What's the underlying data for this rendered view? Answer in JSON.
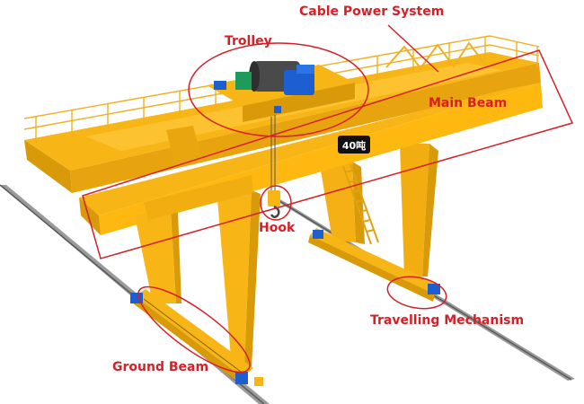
{
  "labels": {
    "cable_power_system": "Cable Power System",
    "trolley": "Trolley",
    "main_beam": "Main Beam",
    "hook": "Hook",
    "travelling_mechanism": "Travelling Mechanism",
    "ground_beam": "Ground Beam",
    "capacity_plate": "40吨"
  },
  "colors": {
    "crane_yellow": "#f7b516",
    "crane_yellow_dark": "#d99a0a",
    "crane_yellow_light": "#ffd055",
    "annotation_red": "#d61f26",
    "motor_blue": "#1d5fd0",
    "rail": "#8a8a8a"
  }
}
